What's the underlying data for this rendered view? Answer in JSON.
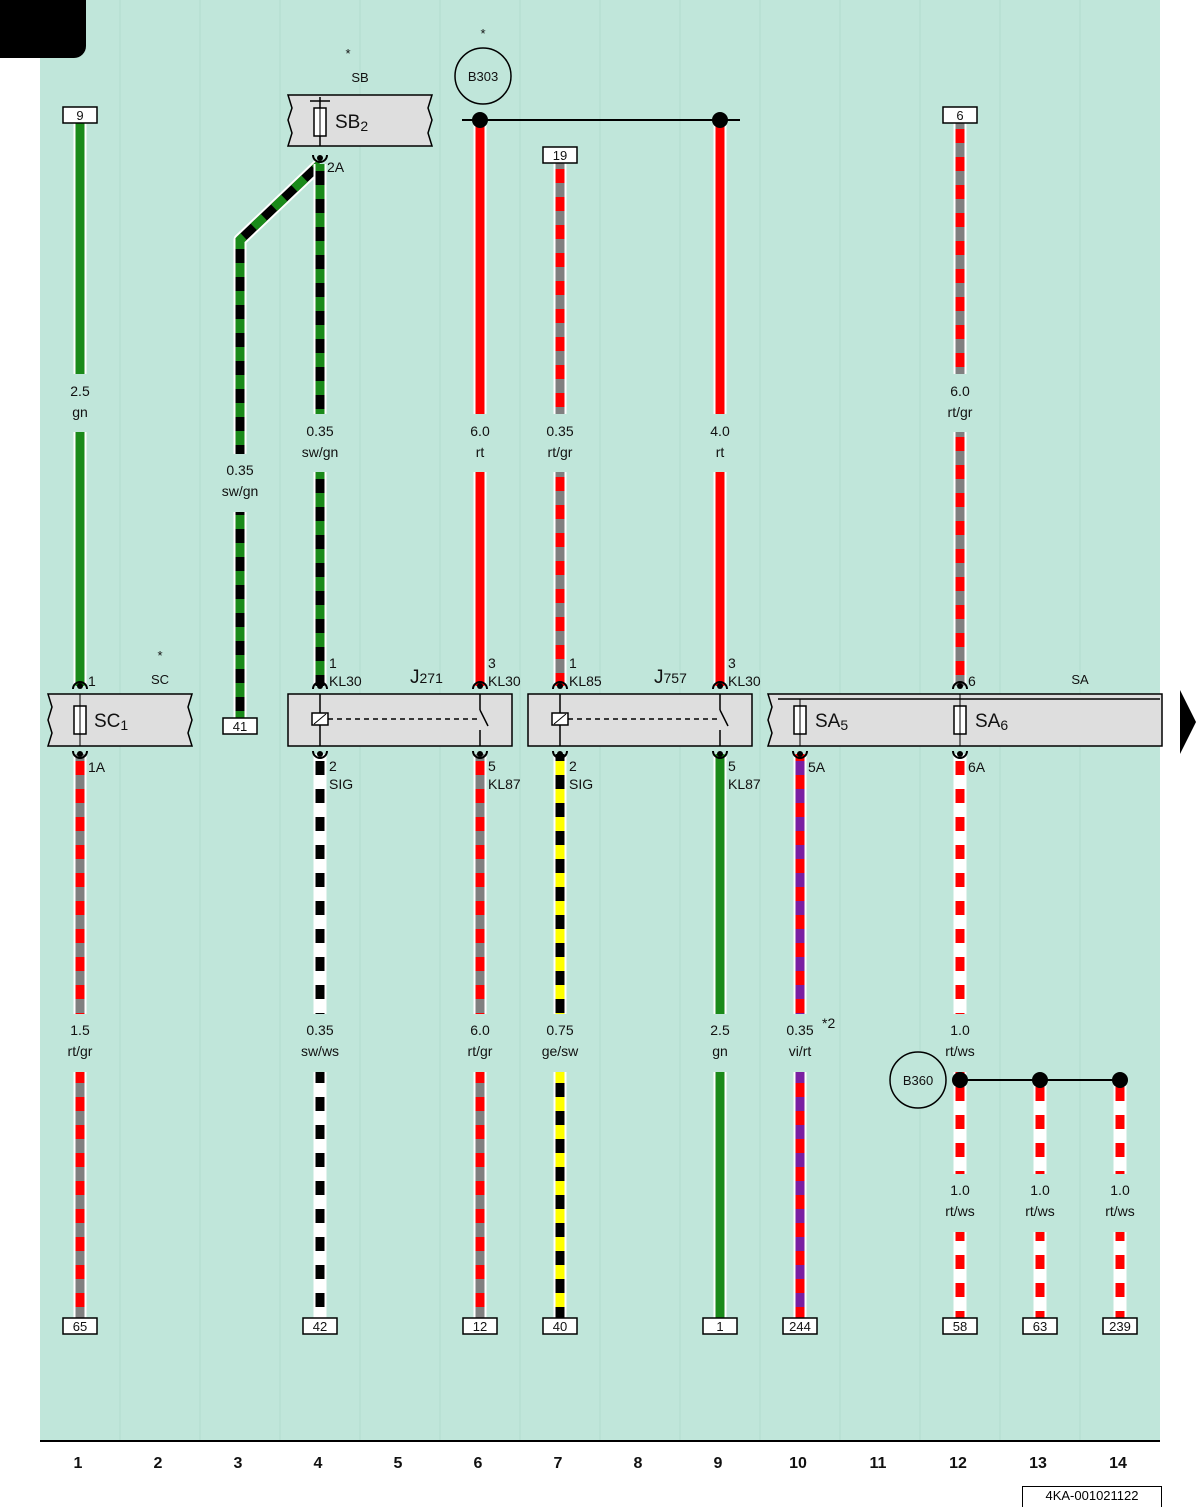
{
  "colors": {
    "background": "#c0e6da",
    "rt": "#ff0000",
    "gr": "#808080",
    "gn": "#1a8a1a",
    "sw": "#000000",
    "ws": "#ffffff",
    "ge": "#ffff00",
    "vi": "#7a1fa2"
  },
  "columns": [
    "1",
    "2",
    "3",
    "4",
    "5",
    "6",
    "7",
    "8",
    "9",
    "10",
    "11",
    "12",
    "13",
    "14"
  ],
  "document_id": "4KA-001021122",
  "fuse_boxes": {
    "sb": {
      "star": "*",
      "title": "SB",
      "fuse": "SB",
      "fuse_sub": "2",
      "pin": "2A"
    },
    "sc": {
      "star": "*",
      "title": "SC",
      "fuse": "SC",
      "fuse_sub": "1",
      "pin_top": "1",
      "pin_bottom": "1A"
    },
    "sa": {
      "title": "SA",
      "fuse5": "SA",
      "fuse5_sub": "5",
      "pin5": "5A",
      "fuse6": "SA",
      "fuse6_sub": "6",
      "pin6_top": "6",
      "pin6_bottom": "6A"
    }
  },
  "relays": {
    "j271": {
      "name": "J",
      "sub": "271",
      "pin1": "1",
      "pin1_fn": "KL30",
      "pin3": "3",
      "pin3_fn": "KL30",
      "pin2": "2",
      "pin2_fn": "SIG",
      "pin5": "5",
      "pin5_fn": "KL87"
    },
    "j757": {
      "name": "J",
      "sub": "757",
      "pin1": "1",
      "pin1_fn": "KL85",
      "pin3": "3",
      "pin3_fn": "KL30",
      "pin2": "2",
      "pin2_fn": "SIG",
      "pin5": "5",
      "pin5_fn": "KL87"
    }
  },
  "splices": {
    "b303": {
      "label": "B303",
      "star": "*"
    },
    "b360": {
      "label": "B360"
    }
  },
  "footnote": "*2",
  "top_terminals": {
    "c1": "9",
    "c7": "19",
    "c12": "6"
  },
  "mid_terminals": {
    "c3": "41"
  },
  "bottom_terminals": {
    "c1": "65",
    "c4": "42",
    "c6": "12",
    "c7": "40",
    "c9": "1",
    "c10": "244",
    "c12": "58",
    "c13": "63",
    "c14": "239"
  },
  "wires": {
    "c1_top": {
      "size": "2.5",
      "color": "gn"
    },
    "c3": {
      "size": "0.35",
      "color": "sw/gn"
    },
    "c4_top": {
      "size": "0.35",
      "color": "sw/gn"
    },
    "c6_top": {
      "size": "6.0",
      "color": "rt"
    },
    "c7_top": {
      "size": "0.35",
      "color": "rt/gr"
    },
    "c9_top": {
      "size": "4.0",
      "color": "rt"
    },
    "c12_top": {
      "size": "6.0",
      "color": "rt/gr"
    },
    "c1_bot": {
      "size": "1.5",
      "color": "rt/gr"
    },
    "c4_bot": {
      "size": "0.35",
      "color": "sw/ws"
    },
    "c6_bot": {
      "size": "6.0",
      "color": "rt/gr"
    },
    "c7_bot": {
      "size": "0.75",
      "color": "ge/sw"
    },
    "c9_bot": {
      "size": "2.5",
      "color": "gn"
    },
    "c10_bot": {
      "size": "0.35",
      "color": "vi/rt"
    },
    "c12_bot": {
      "size": "1.0",
      "color": "rt/ws"
    },
    "c12_low": {
      "size": "1.0",
      "color": "rt/ws"
    },
    "c13_low": {
      "size": "1.0",
      "color": "rt/ws"
    },
    "c14_low": {
      "size": "1.0",
      "color": "rt/ws"
    }
  }
}
